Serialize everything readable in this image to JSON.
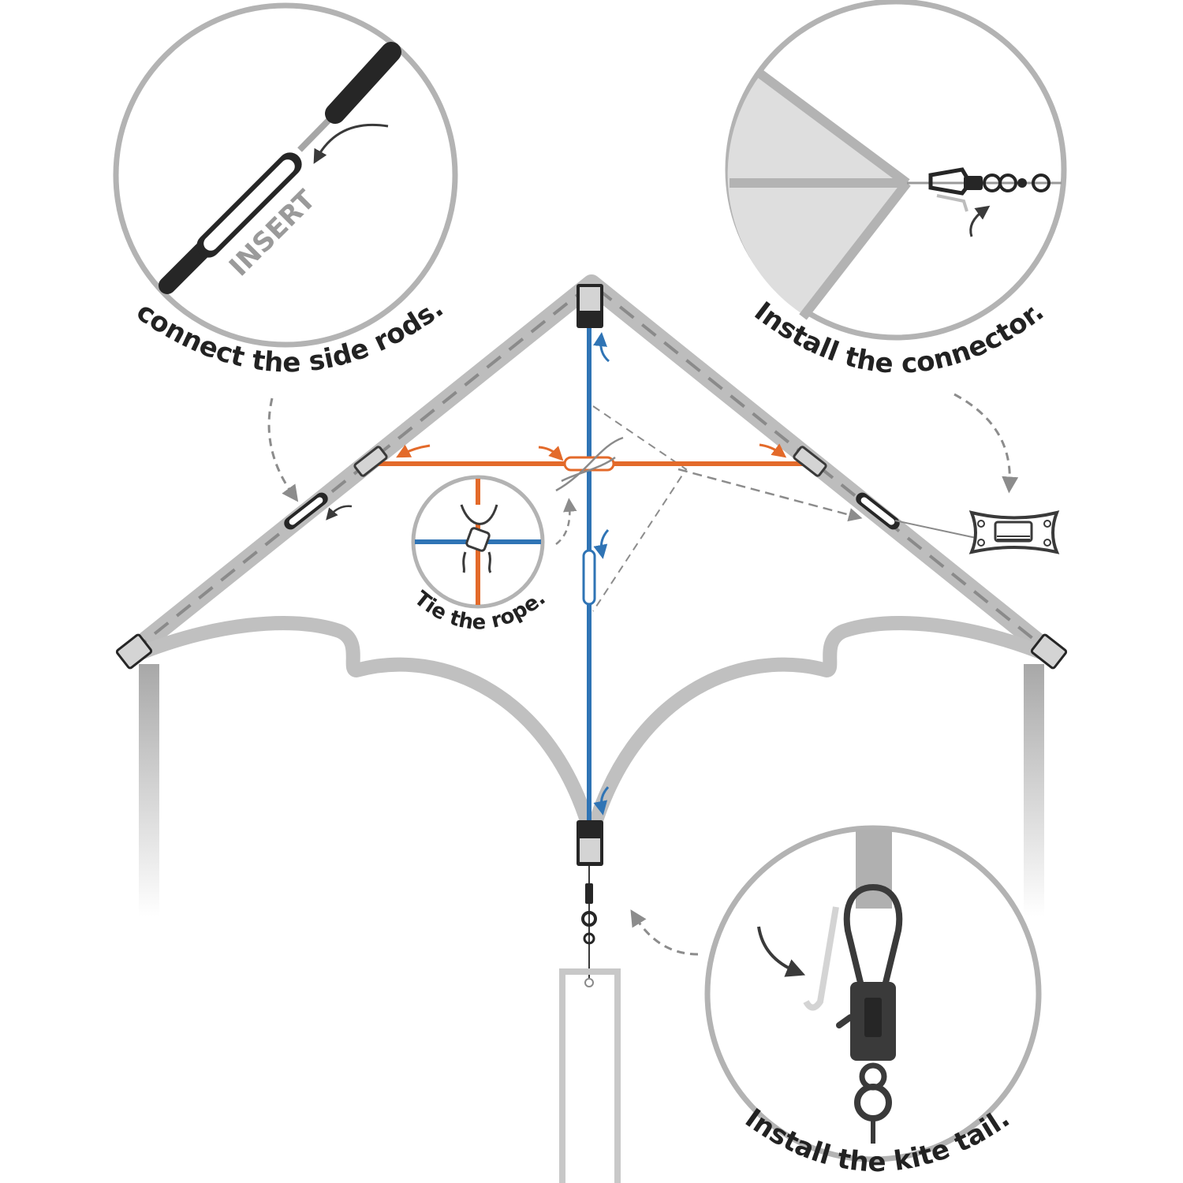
{
  "steps": {
    "side_rods": {
      "caption": "connect the side rods.",
      "badge": "INSERT"
    },
    "connector": {
      "caption": "Install the connector."
    },
    "rope": {
      "caption": "Tie the rope."
    },
    "tail": {
      "caption": "Install the kite tail."
    }
  },
  "colors": {
    "frame_gray": "#bdbdbd",
    "circle_gray": "#b3b3b3",
    "spine_blue": "#2f74b5",
    "spar_orange": "#e36a2a",
    "rod_black": "#262626",
    "arrow_gray": "#8c8c8c"
  },
  "icons": {
    "kite": "kite-diagram",
    "reel": "line-reel-icon",
    "clip": "swivel-clip-icon",
    "knot": "knot-icon"
  }
}
